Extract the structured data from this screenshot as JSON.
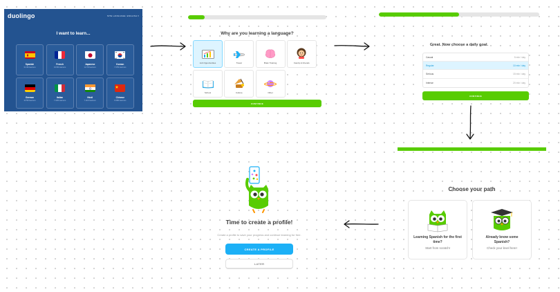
{
  "language_screen": {
    "logo": "duolingo",
    "site_language": "SITE LANGUAGE: ENGLISH ▾",
    "title": "I want to learn...",
    "languages": [
      {
        "name": "Spanish",
        "learners": "31.3M learners",
        "flag": "spain-flag-icon"
      },
      {
        "name": "French",
        "learners": "19.5M learners",
        "flag": "france-flag-icon"
      },
      {
        "name": "Japanese",
        "learners": "12.7M learners",
        "flag": "japan-flag-icon"
      },
      {
        "name": "Korean",
        "learners": "7.97M learners",
        "flag": "korea-flag-icon"
      },
      {
        "name": "German",
        "learners": "10.5M learners",
        "flag": "germany-flag-icon"
      },
      {
        "name": "Italian",
        "learners": "7.32M learners",
        "flag": "italy-flag-icon"
      },
      {
        "name": "Hindi",
        "learners": "7.11M learners",
        "flag": "india-flag-icon"
      },
      {
        "name": "Chinese",
        "learners": "6.99M learners",
        "flag": "china-flag-icon"
      }
    ]
  },
  "reason_screen": {
    "progress": 0.12,
    "question": "Why are you learning a language?",
    "reasons": [
      {
        "label": "Job Opportunities",
        "icon": "chart-icon",
        "selected": true
      },
      {
        "label": "Travel",
        "icon": "airplane-icon",
        "selected": false
      },
      {
        "label": "Brain Training",
        "icon": "brain-icon",
        "selected": false
      },
      {
        "label": "Family & Friends",
        "icon": "person-icon",
        "selected": false
      },
      {
        "label": "School",
        "icon": "book-icon",
        "selected": false
      },
      {
        "label": "Culture",
        "icon": "culture-icon",
        "selected": false
      },
      {
        "label": "Other",
        "icon": "planet-icon",
        "selected": false
      }
    ],
    "continue_label": "CONTINUE"
  },
  "goal_screen": {
    "progress": 0.5,
    "question": "Great. Now choose a daily goal.",
    "goals": [
      {
        "label": "Casual",
        "amount": "5 min / day",
        "selected": false
      },
      {
        "label": "Regular",
        "amount": "10 min / day",
        "selected": true
      },
      {
        "label": "Serious",
        "amount": "15 min / day",
        "selected": false
      },
      {
        "label": "Intense",
        "amount": "20 min / day",
        "selected": false
      }
    ],
    "continue_label": "CONTINUE"
  },
  "path_screen": {
    "title": "Choose your path",
    "options": [
      {
        "title": "Learning Spanish for the first time?",
        "subtitle": "Start from scratch!",
        "icon": "owl-book-icon"
      },
      {
        "title": "Already know some Spanish?",
        "subtitle": "Check your level here!",
        "icon": "owl-graduate-icon"
      }
    ]
  },
  "profile_screen": {
    "title": "Time to create a profile!",
    "subtitle": "Create a profile to save your progress and continue learning for free.",
    "primary_label": "CREATE A PROFILE",
    "secondary_label": "LATER",
    "hero_icon": "owl-phone-icon"
  },
  "colors": {
    "brand_blue": "#235390",
    "green": "#58cc02",
    "sky": "#1cb0f6",
    "selected_bg": "#ddf4ff"
  }
}
